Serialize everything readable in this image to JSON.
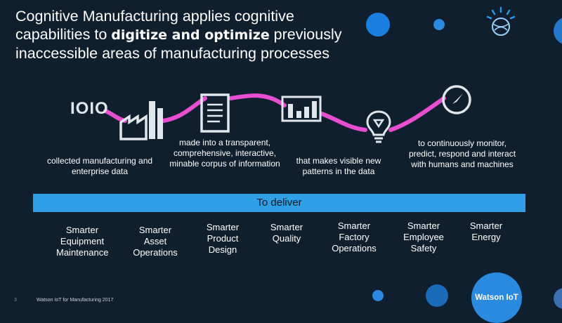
{
  "title": {
    "part1": "Cognitive Manufacturing applies cognitive capabilities to ",
    "bold": "digitize and optimize",
    "part2": " previously inaccessible areas of  manufacturing processes"
  },
  "flow": {
    "data_icon_text": "IOIO",
    "captions": [
      "collected manufacturing and enterprise data",
      "made into a transparent, comprehensive, interactive, minable corpus of information",
      "that makes visible new patterns in the data",
      "to continuously monitor, predict, respond and interact with humans and machines"
    ]
  },
  "deliver": {
    "label": "To deliver",
    "items": [
      "Smarter Equipment Maintenance",
      "Smarter Asset Operations",
      "Smarter Product Design",
      "Smarter Quality",
      "Smarter Factory Operations",
      "Smarter Employee Safety",
      "Smarter Energy"
    ]
  },
  "footer": {
    "page_number": "3",
    "text": "Watson IoT  for Manufacturing  2017",
    "badge": "Watson IoT"
  },
  "colors": {
    "background": "#0f1f2e",
    "accent_pink": "#e84fd0",
    "accent_blue": "#2f9fe8",
    "icon_gray": "#dfe6ec"
  },
  "icons": [
    "ibm-logo-icon",
    "factory-icon",
    "document-icon",
    "bar-chart-icon",
    "lightbulb-icon",
    "gauge-icon"
  ]
}
